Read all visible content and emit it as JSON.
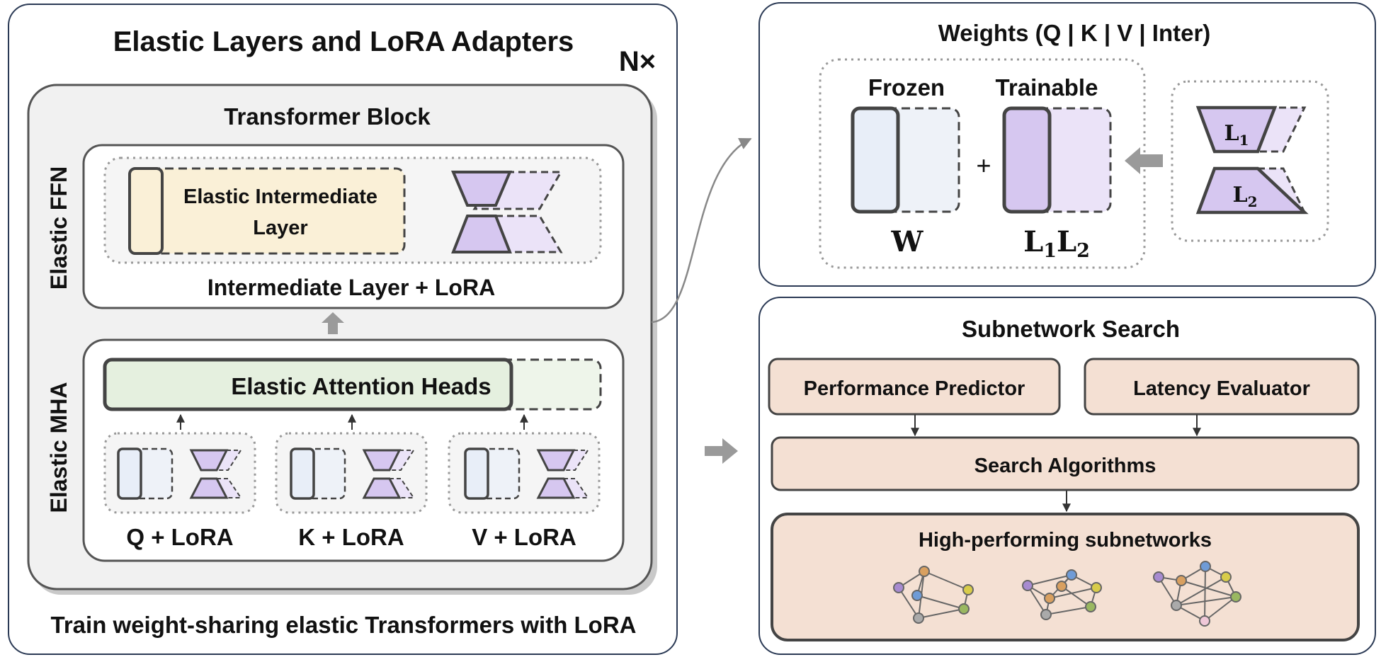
{
  "left_panel": {
    "title": "Elastic Layers and LoRA Adapters",
    "repeat": "N×",
    "transformer_block": "Transformer Block",
    "elastic_ffn_label": "Elastic FFN",
    "elastic_mha_label": "Elastic MHA",
    "intermediate_line1": "Elastic Intermediate",
    "intermediate_line2": "Layer",
    "ffn_caption": "Intermediate Layer + LoRA",
    "attention_heads": "Elastic Attention Heads",
    "q_label": "Q + LoRA",
    "k_label": "K + LoRA",
    "v_label": "V + LoRA",
    "footer": "Train weight-sharing elastic Transformers with LoRA"
  },
  "weights_panel": {
    "title": "Weights (Q | K | V | Inter)",
    "frozen": "Frozen",
    "trainable": "Trainable",
    "plus": "+",
    "w_label": "W",
    "l_base": "L",
    "sub1": "1",
    "sub2": "2"
  },
  "search_panel": {
    "title": "Subnetwork Search",
    "predictor": "Performance Predictor",
    "evaluator": "Latency Evaluator",
    "algorithms": "Search Algorithms",
    "result": "High-performing subnetworks"
  },
  "colors": {
    "frozen_fill": "#e8eef8",
    "lora_fill": "#d6c7f0",
    "intermediate_fill": "#faf0d7",
    "attention_fill": "#e5f0df",
    "search_fill": "#f4e0d3",
    "panel_stroke": "#2b3a55"
  }
}
